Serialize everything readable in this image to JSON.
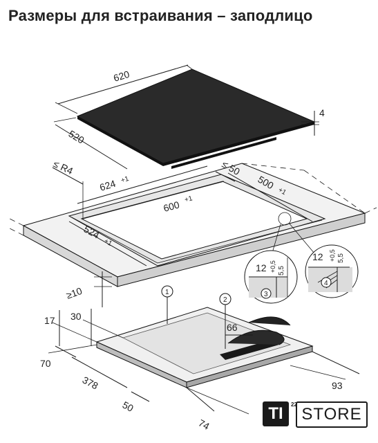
{
  "title": "Размеры для встраивания – заподлицо",
  "dimensions": {
    "top_width": "620",
    "top_depth": "520",
    "glass_thickness": "4",
    "corner_radius": "≤ R4",
    "edge_gap": "≤ 50",
    "cutout_outer_width": "624",
    "cutout_outer_width_tol": "+1",
    "cutout_outer_depth": "500",
    "cutout_outer_depth_tol": "+1",
    "cutout_inner_width": "600",
    "cutout_inner_width_tol": "+1",
    "cutout_inner_depth": "524",
    "cutout_inner_depth_tol": "+1",
    "min_clearance": "≥10",
    "body_height_a": "17",
    "body_height_b": "30",
    "cable_offset": "66",
    "left_offset": "70",
    "bottom_depth": "378",
    "bottom_front": "50",
    "bottom_edge": "74",
    "right_offset": "93"
  },
  "details": {
    "rebate_width": "12",
    "rebate_depth": "5,5",
    "rebate_depth_tol": "+0,5",
    "detail_3": "3",
    "detail_4": "4"
  },
  "callouts": {
    "marker_1": "1",
    "marker_2": "2"
  },
  "logo": {
    "mark": "TI",
    "superscript": "22",
    "word": "STORE"
  }
}
